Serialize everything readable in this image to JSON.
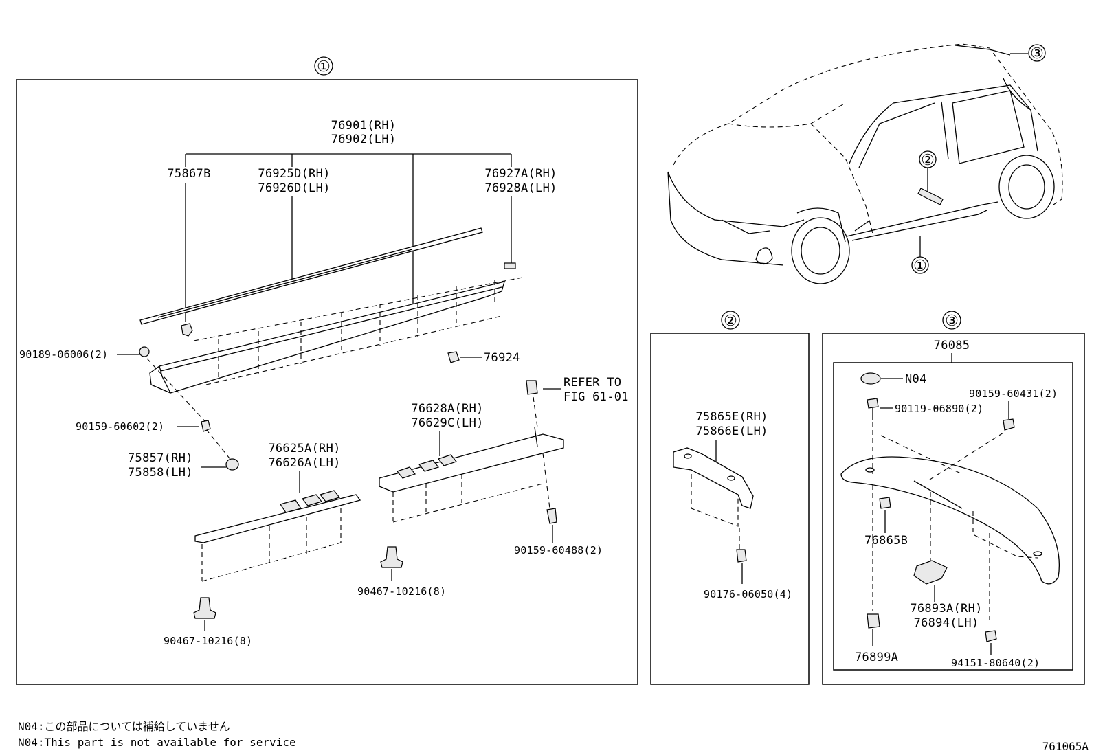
{
  "callouts": {
    "c1": "①",
    "c2": "②",
    "c3": "③"
  },
  "section1": {
    "assembly_rh": "76901(RH)",
    "assembly_lh": "76902(LH)",
    "p75867b": "75867B",
    "p76925d_rh": "76925D(RH)",
    "p76926d_lh": "76926D(LH)",
    "p76927a_rh": "76927A(RH)",
    "p76928a_lh": "76928A(LH)",
    "p90189": "90189-06006(2)",
    "p76924": "76924",
    "p90159_60602": "90159-60602(2)",
    "refer_to_1": "REFER TO",
    "refer_to_2": "FIG 61-01",
    "p75857_rh": "75857(RH)",
    "p75858_lh": "75858(LH)",
    "p76628a_rh": "76628A(RH)",
    "p76629c_lh": "76629C(LH)",
    "p76625a_rh": "76625A(RH)",
    "p76626a_lh": "76626A(LH)",
    "p90159_60488": "90159-60488(2)",
    "p90467_a": "90467-10216(8)",
    "p90467_b": "90467-10216(8)"
  },
  "section2": {
    "p75865e_rh": "75865E(RH)",
    "p75866e_lh": "75866E(LH)",
    "p90176": "90176-06050(4)"
  },
  "section3": {
    "p76085": "76085",
    "n04": "N04",
    "p90159_60431": "90159-60431(2)",
    "p90119": "90119-06890(2)",
    "p76865b": "76865B",
    "p76893a_rh": "76893A(RH)",
    "p76894_lh": "76894(LH)",
    "p76899a": "76899A",
    "p94151": "94151-80640(2)"
  },
  "notes": {
    "jp": "N04:この部品については補給していません",
    "en": "N04:This part is not available for service"
  },
  "figure_id": "761065A"
}
